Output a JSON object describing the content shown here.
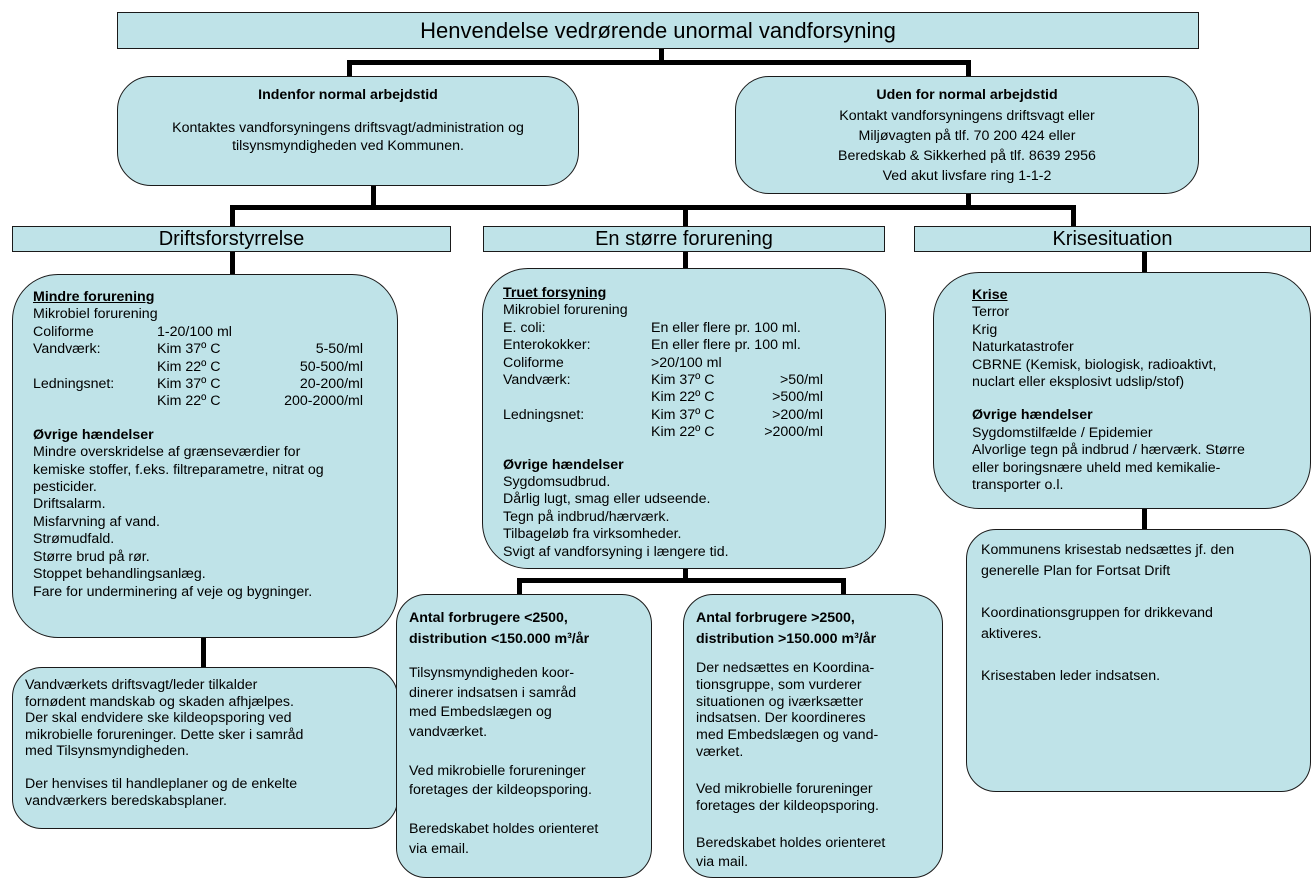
{
  "title": "Henvendelse vedrørende unormal vandforsyning",
  "contact_left": {
    "heading": "Indenfor normal arbejdstid",
    "text": "Kontaktes vandforsyningens driftsvagt/administration og tilsynsmyndigheden ved Kommunen."
  },
  "contact_right": {
    "heading": "Uden for normal arbejdstid",
    "lines": [
      "Kontakt vandforsyningens driftsvagt eller",
      "Miljøvagten på tlf. 70 200 424 eller",
      "Beredskab & Sikkerhed på tlf. 8639 2956",
      "Ved akut livsfare ring 1-1-2"
    ]
  },
  "categories": [
    "Driftsforstyrrelse",
    "En større forurening",
    "Krisesituation"
  ],
  "drift": {
    "heading": "Mindre forurening",
    "subheading": "Mikrobiel forurening",
    "rows": [
      [
        "Coliforme",
        "1-20/100 ml",
        ""
      ],
      [
        "Vandværk:",
        "Kim 37º C",
        "5-50/ml"
      ],
      [
        "",
        "Kim 22º C",
        "50-500/ml"
      ],
      [
        "Ledningsnet:",
        "Kim 37º C",
        "20-200/ml"
      ],
      [
        "",
        "Kim 22º C",
        "200-2000/ml"
      ]
    ],
    "other_heading": "Øvrige hændelser",
    "other_lines": [
      "Mindre overskridelse af grænseværdier for",
      "kemiske stoffer, f.eks. filtreparametre, nitrat og",
      "pesticider.",
      "Driftsalarm.",
      "Misfarvning af vand.",
      "Strømudfald.",
      "Større brud på rør.",
      "Stoppet behandlingsanlæg.",
      "Fare for underminering af veje og bygninger."
    ]
  },
  "drift_action": {
    "lines": [
      "Vandværkets driftsvagt/leder tilkalder",
      "fornødent mandskab og skaden afhjælpes.",
      "Der skal endvidere ske kildeopsporing ved",
      "mikrobielle forureninger. Dette sker i samråd",
      "med Tilsynsmyndigheden.",
      "",
      "Der henvises til handleplaner og de enkelte",
      "vandværkers beredskabsplaner."
    ]
  },
  "threat": {
    "heading": "Truet forsyning",
    "subheading": "Mikrobiel forurening",
    "rows": [
      [
        "E. coli:",
        "En eller flere pr. 100 ml.",
        ""
      ],
      [
        "Enterokokker:",
        "En eller flere pr. 100 ml.",
        ""
      ],
      [
        "Coliforme",
        ">20/100 ml",
        ""
      ],
      [
        "Vandværk:",
        "Kim 37º C",
        ">50/ml"
      ],
      [
        "",
        "Kim 22º C",
        ">500/ml"
      ],
      [
        "Ledningsnet:",
        "Kim 37º C",
        ">200/ml"
      ],
      [
        "",
        "Kim 22º C",
        ">2000/ml"
      ]
    ],
    "other_heading": "Øvrige hændelser",
    "other_lines": [
      "Sygdomsudbrud.",
      "Dårlig lugt, smag eller udseende.",
      "Tegn på indbrud/hærværk.",
      "Tilbageløb fra virksomheder.",
      "Svigt af vandforsyning i længere tid."
    ]
  },
  "small": {
    "heading1": "Antal forbrugere <2500,",
    "heading2": "distribution <150.000 m³/år",
    "lines": [
      "Tilsynsmyndigheden koor-",
      "dinerer indsatsen i samråd",
      "med Embedslægen og",
      "vandværket.",
      "",
      "Ved mikrobielle forureninger",
      "foretages der kildeopsporing.",
      "",
      "Beredskabet holdes orienteret",
      "via email."
    ]
  },
  "large": {
    "heading1": "Antal forbrugere >2500,",
    "heading2": "distribution >150.000 m³/år",
    "lines": [
      "Der nedsættes en  Koordina-",
      "tionsgruppe, som vurderer",
      "situationen og iværksætter",
      "indsatsen. Der koordineres",
      "med Embedslægen og vand-",
      "værket.",
      "",
      "Ved mikrobielle forureninger",
      "foretages der kildeopsporing.",
      "",
      "Beredskabet holdes orienteret",
      "via mail."
    ]
  },
  "crisis": {
    "heading": "Krise",
    "lines": [
      "Terror",
      "Krig",
      "Naturkatastrofer",
      "CBRNE (Kemisk, biologisk, radioaktivt,",
      "nuclart eller eksplosivt udslip/stof)"
    ],
    "other_heading": "Øvrige hændelser",
    "other_lines": [
      "Sygdomstilfælde / Epidemier",
      "Alvorlige tegn på indbrud / hærværk. Større",
      "eller boringsnære uheld med kemikalie-",
      "transporter o.l."
    ]
  },
  "crisis_action": {
    "lines": [
      "Kommunens krisestab nedsættes jf. den",
      "generelle Plan for Fortsat Drift",
      "",
      "Koordinationsgruppen for drikkevand",
      "aktiveres.",
      "",
      "Krisestaben leder indsatsen."
    ]
  }
}
